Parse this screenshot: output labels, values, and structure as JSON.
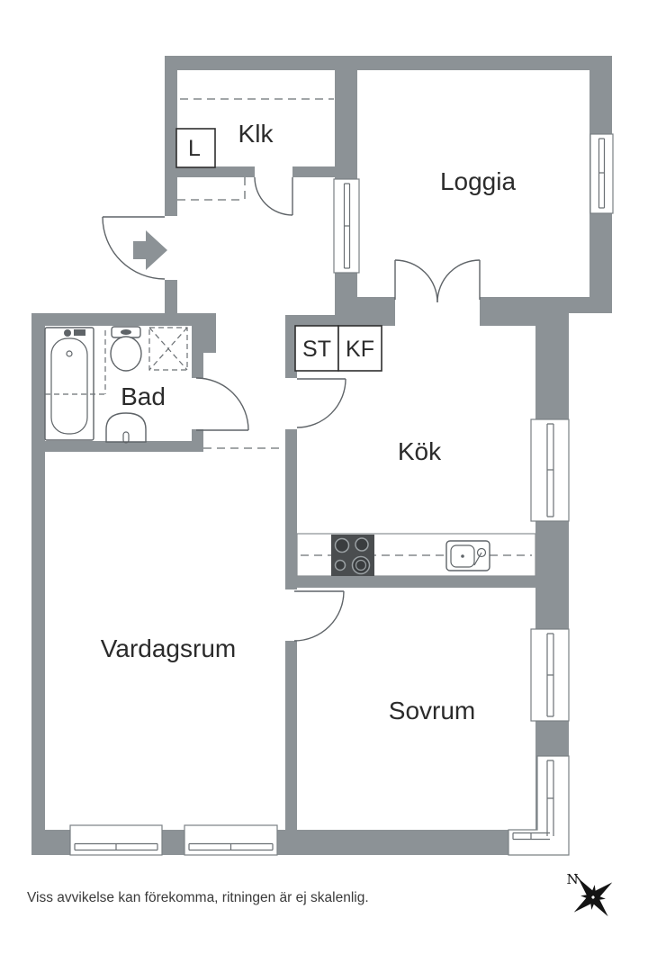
{
  "rooms": {
    "klk": "Klk",
    "loggia": "Loggia",
    "bad": "Bad",
    "kok": "Kök",
    "vardagsrum": "Vardagsrum",
    "sovrum": "Sovrum"
  },
  "storage": {
    "l": "L",
    "st": "ST",
    "kf": "KF"
  },
  "compass": {
    "north": "N"
  },
  "footer": {
    "disclaimer": "Viss avvikelse kan förekomma, ritningen är ej skalenlig."
  },
  "colors": {
    "wall": "#8C9296",
    "line": "#5F6468",
    "dash": "#6B7074",
    "text": "#2B2B2B",
    "stove": "#4A4D4F"
  }
}
